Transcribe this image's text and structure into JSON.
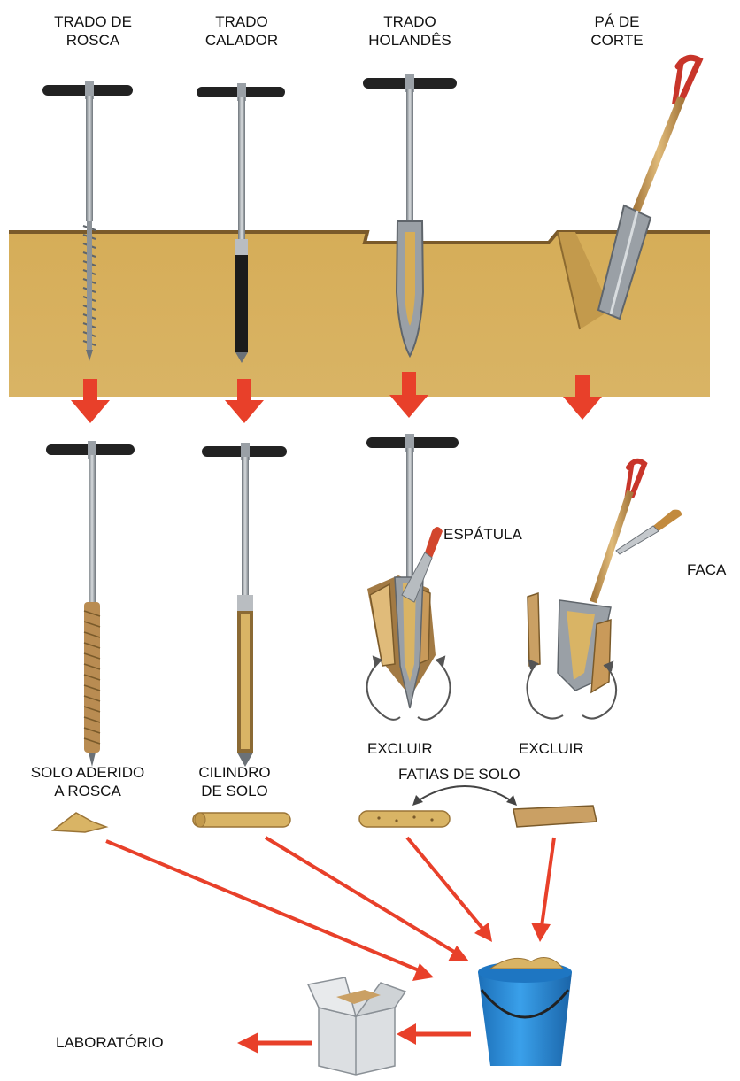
{
  "tools": {
    "screw_auger": "TRADO DE\nROSCA",
    "tube_auger": "TRADO\nCALADOR",
    "dutch_auger": "TRADO\nHOLANDÊS",
    "spade": "PÁ DE\nCORTE"
  },
  "labels": {
    "spatula": "ESPÁTULA",
    "knife": "FACA",
    "discard_left": "EXCLUIR",
    "discard_right": "EXCLUIR",
    "soil_on_screw": "SOLO ADERIDO\nA ROSCA",
    "soil_cylinder": "CILINDRO\nDE SOLO",
    "soil_slices": "FATIAS DE SOLO",
    "laboratory": "LABORATÓRIO"
  },
  "colors": {
    "soil": "#d9b25e",
    "soil_dark": "#b88a3a",
    "soil_edge": "#7a5a2a",
    "arrow_red": "#e8402a",
    "bucket_blue": "#2f8fd8",
    "handle_black": "#222222",
    "handle_red": "#c8352a",
    "steel": "#9aa0a6",
    "wood": "#caa064"
  }
}
